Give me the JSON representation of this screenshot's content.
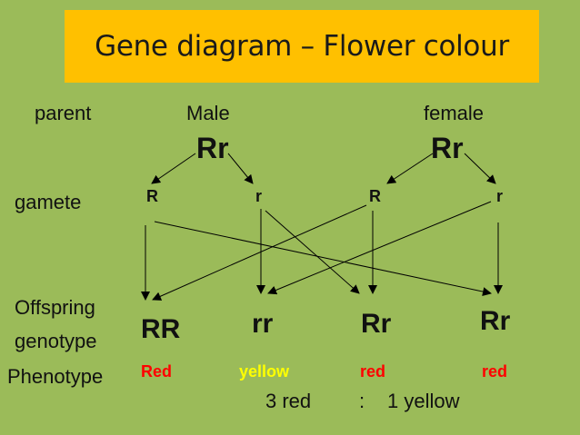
{
  "title": "Gene diagram – Flower colour",
  "row_labels": {
    "parent": "parent",
    "gamete": "gamete",
    "offspring_line1": "Offspring",
    "offspring_line2": "genotype",
    "phenotype": "Phenotype"
  },
  "parents": {
    "male_label": "Male",
    "female_label": "female",
    "male_genotype": "Rr",
    "female_genotype": "Rr"
  },
  "gametes": [
    "R",
    "r",
    "R",
    "r"
  ],
  "offspring": [
    "RR",
    "rr",
    "Rr",
    "Rr"
  ],
  "phenotypes": [
    {
      "text": "Red",
      "color": "#ff0000"
    },
    {
      "text": "yellow",
      "color": "#ffff00"
    },
    {
      "text": "red",
      "color": "#ff0000"
    },
    {
      "text": "red",
      "color": "#ff0000"
    }
  ],
  "ratio": {
    "left": "3 red",
    "sep": ":",
    "right": "1 yellow"
  }
}
